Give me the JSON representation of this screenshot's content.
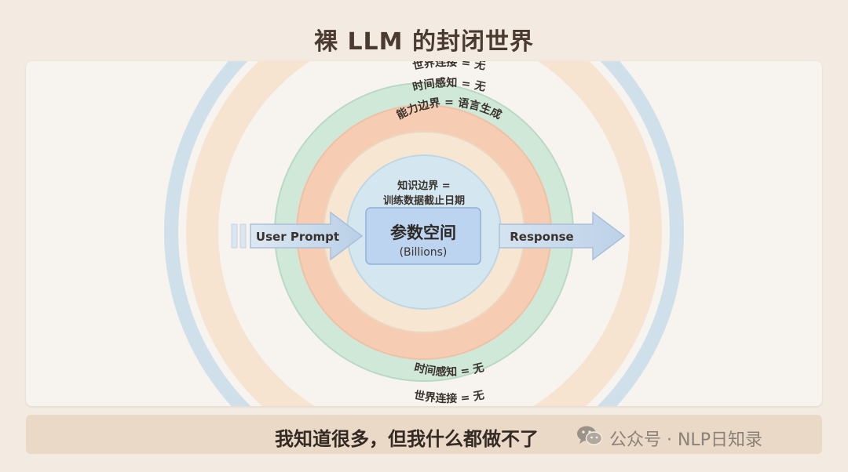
{
  "title": "裸 LLM 的封闭世界",
  "diagram": {
    "outer_ring_top": "世界连接 = 无",
    "time_ring_top": "时间感知 = 无",
    "capability_ring": "能力边界 = 语言生成",
    "knowledge_line1": "知识边界 =",
    "knowledge_line2": "训练数据截止日期",
    "core_title": "参数空间",
    "core_subtitle": "(Billions)",
    "input_label": "User Prompt",
    "output_label": "Response",
    "time_ring_bottom": "时间感知 = 无",
    "outer_ring_bottom": "世界连接 = 无"
  },
  "caption": "我知道很多，但我什么都做不了",
  "watermark": "公众号 · NLP日知录",
  "colors": {
    "outer_blue": "#cfe0ea",
    "outer_peach": "#f6e3d0",
    "green_ring": "#cfe8d8",
    "orange_ring": "#f6cdb3",
    "cream_ring": "#f7e6d2",
    "core_blue": "#d4e6f0",
    "core_box": "#bcd4f0",
    "arrow": "#c6d8ea"
  }
}
